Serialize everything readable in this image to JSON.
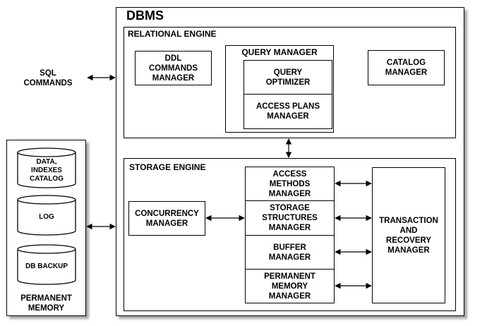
{
  "dbms": {
    "title": "DBMS"
  },
  "sql_commands": "SQL\nCOMMANDS",
  "relational_engine": {
    "title": "RELATIONAL ENGINE",
    "ddl_manager": "DDL\nCOMMANDS\nMANAGER",
    "query_manager": {
      "title": "QUERY MANAGER",
      "optimizer": "QUERY\nOPTIMIZER",
      "access_plans": "ACCESS PLANS\nMANAGER"
    },
    "catalog_manager": "CATALOG\nMANAGER"
  },
  "storage_engine": {
    "title": "STORAGE ENGINE",
    "concurrency_manager": "CONCURRENCY\nMANAGER",
    "stack": [
      "ACCESS\nMETHODS\nMANAGER",
      "STORAGE\nSTRUCTURES\nMANAGER",
      "BUFFER\nMANAGER",
      "PERMANENT\nMEMORY\nMANAGER"
    ],
    "transaction_manager": "TRANSACTION\nAND\nRECOVERY\nMANAGER"
  },
  "permanent_memory": {
    "title": "PERMANENT\nMEMORY",
    "cylinders": [
      "DATA,\nINDEXES\nCATALOG",
      "LOG",
      "DB BACKUP"
    ]
  }
}
